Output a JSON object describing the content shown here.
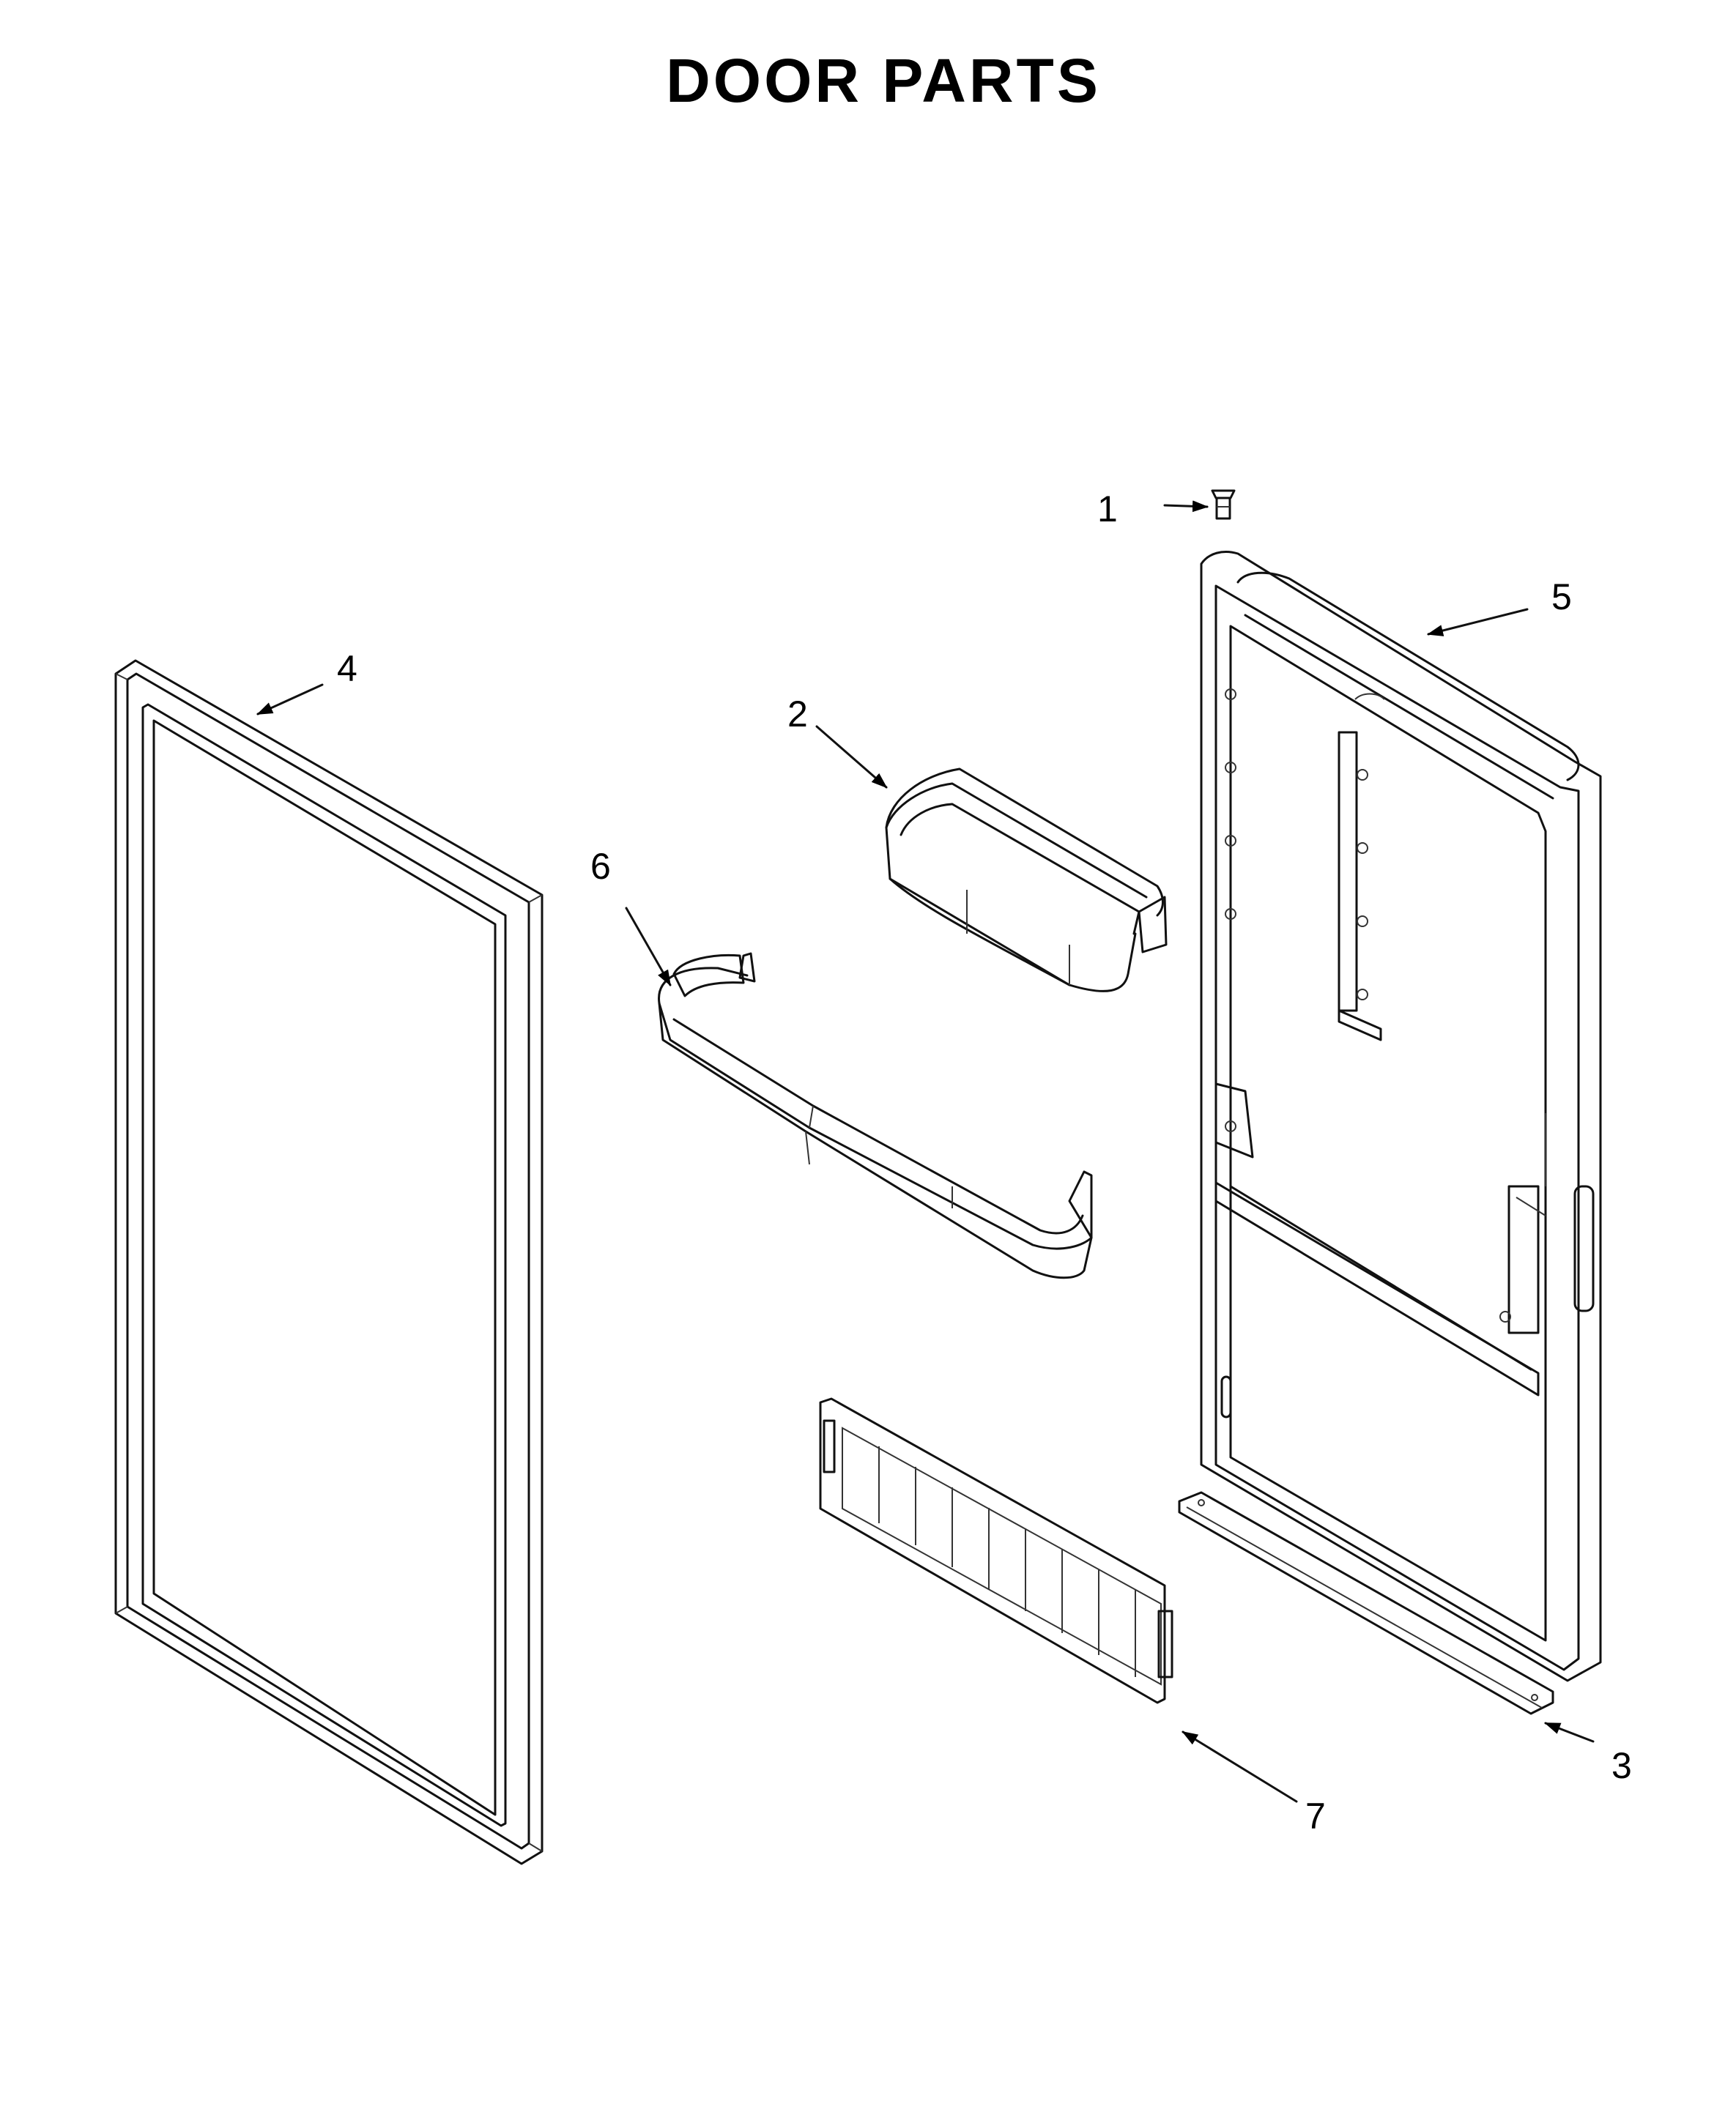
{
  "title": "DOOR PARTS",
  "callouts": {
    "c1": "1",
    "c2": "2",
    "c3": "3",
    "c4": "4",
    "c5": "5",
    "c6": "6",
    "c7": "7"
  }
}
